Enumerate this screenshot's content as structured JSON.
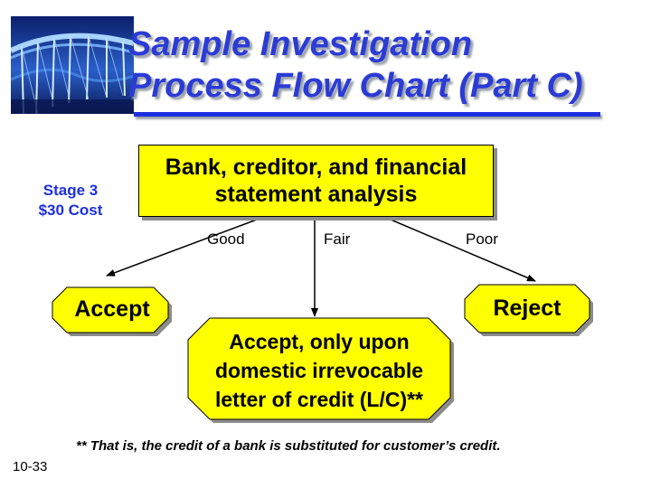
{
  "slide": {
    "logo_icon": "bridge-photo-icon",
    "title_line1": "Sample Investigation",
    "title_line2": "Process Flow Chart (Part C)",
    "stage_line1": "Stage 3",
    "stage_line2": "$30 Cost",
    "analysis_line1": "Bank, creditor, and financial",
    "analysis_line2": "statement analysis",
    "outcomes": {
      "good": "Good",
      "fair": "Fair",
      "poor": "Poor"
    },
    "accept_label": "Accept",
    "reject_label": "Reject",
    "lc_line1": "Accept, only upon",
    "lc_line2": "domestic irrevocable",
    "lc_line3": "letter of credit (L/C)**",
    "footnote": "** That is, the credit of a bank is substituted for customer’s credit.",
    "page_number": "10-33"
  },
  "colors": {
    "title": "#2b3bd6",
    "box_fill": "#ffff00",
    "shadow": "#8c8c8c"
  }
}
